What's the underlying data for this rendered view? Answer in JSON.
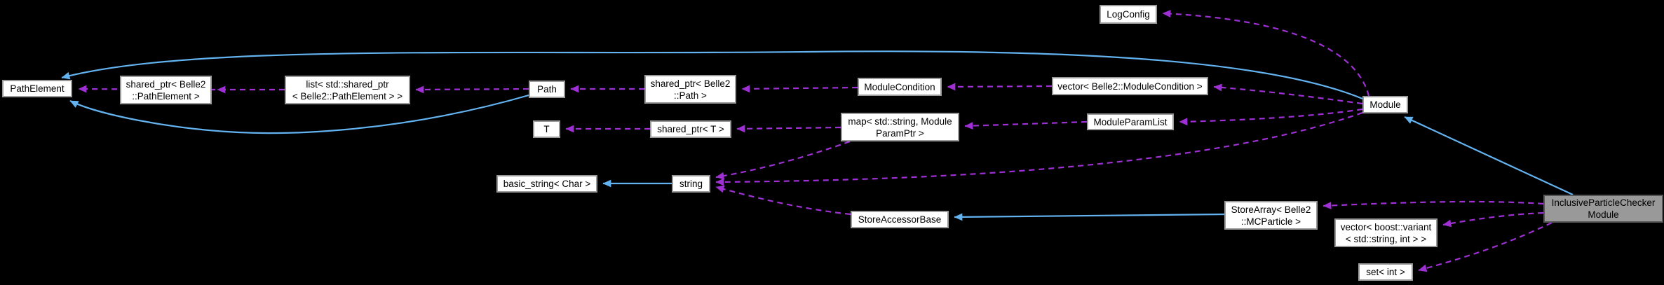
{
  "diagram": {
    "type": "doxygen-collaboration-graph",
    "background": "#000000",
    "colors": {
      "node_fill": "#ffffff",
      "node_border": "#9a9a9a",
      "highlight_fill": "#999999",
      "highlight_border": "#555555",
      "text": "#000000",
      "usage_edge": "#9e30d4",
      "inheritance_edge": "#63b3f0"
    },
    "nodes": [
      {
        "id": "pathelement",
        "label": "PathElement"
      },
      {
        "id": "sp-pathelement",
        "label": "shared_ptr< Belle2\n::PathElement >"
      },
      {
        "id": "list-sp-pathelement",
        "label": "list< std::shared_ptr\n< Belle2::PathElement > >"
      },
      {
        "id": "path",
        "label": "Path"
      },
      {
        "id": "sp-path",
        "label": "shared_ptr< Belle2\n::Path >"
      },
      {
        "id": "modulecondition",
        "label": "ModuleCondition"
      },
      {
        "id": "vector-modulecondition",
        "label": "vector< Belle2::ModuleCondition >"
      },
      {
        "id": "t",
        "label": "T"
      },
      {
        "id": "sp-t",
        "label": "shared_ptr< T >"
      },
      {
        "id": "map-moduleparamptr",
        "label": "map< std::string, Module\nParamPtr >"
      },
      {
        "id": "moduleparamlist",
        "label": "ModuleParamList"
      },
      {
        "id": "basic-string",
        "label": "basic_string< Char >"
      },
      {
        "id": "string",
        "label": "string"
      },
      {
        "id": "storeaccessorbase",
        "label": "StoreAccessorBase"
      },
      {
        "id": "storearray-mcparticle",
        "label": "StoreArray< Belle2\n::MCParticle >"
      },
      {
        "id": "vector-boost-variant",
        "label": "vector< boost::variant\n< std::string, int > >"
      },
      {
        "id": "set-int",
        "label": "set< int >"
      },
      {
        "id": "logconfig",
        "label": "LogConfig"
      },
      {
        "id": "module",
        "label": "Module"
      },
      {
        "id": "inclusiveparticlechecker-module",
        "label": "InclusiveParticleChecker\nModule",
        "highlight": true
      }
    ],
    "edges": [
      {
        "from": "sp-pathelement",
        "to": "pathelement",
        "relation": "uses"
      },
      {
        "from": "list-sp-pathelement",
        "to": "sp-pathelement",
        "relation": "uses"
      },
      {
        "from": "path",
        "to": "list-sp-pathelement",
        "relation": "uses"
      },
      {
        "from": "sp-path",
        "to": "path",
        "relation": "uses"
      },
      {
        "from": "modulecondition",
        "to": "sp-path",
        "relation": "uses"
      },
      {
        "from": "vector-modulecondition",
        "to": "modulecondition",
        "relation": "uses"
      },
      {
        "from": "sp-t",
        "to": "t",
        "relation": "uses"
      },
      {
        "from": "map-moduleparamptr",
        "to": "sp-t",
        "relation": "uses"
      },
      {
        "from": "moduleparamlist",
        "to": "map-moduleparamptr",
        "relation": "uses"
      },
      {
        "from": "module",
        "to": "vector-modulecondition",
        "relation": "uses"
      },
      {
        "from": "module",
        "to": "moduleparamlist",
        "relation": "uses"
      },
      {
        "from": "module",
        "to": "logconfig",
        "relation": "uses"
      },
      {
        "from": "module",
        "to": "string",
        "relation": "uses"
      },
      {
        "from": "map-moduleparamptr",
        "to": "string",
        "relation": "uses"
      },
      {
        "from": "storeaccessorbase",
        "to": "string",
        "relation": "uses"
      },
      {
        "from": "inclusiveparticlechecker-module",
        "to": "storearray-mcparticle",
        "relation": "uses"
      },
      {
        "from": "inclusiveparticlechecker-module",
        "to": "vector-boost-variant",
        "relation": "uses"
      },
      {
        "from": "inclusiveparticlechecker-module",
        "to": "set-int",
        "relation": "uses"
      },
      {
        "from": "string",
        "to": "basic-string",
        "relation": "inherits"
      },
      {
        "from": "storearray-mcparticle",
        "to": "storeaccessorbase",
        "relation": "inherits"
      },
      {
        "from": "inclusiveparticlechecker-module",
        "to": "module",
        "relation": "inherits"
      },
      {
        "from": "module",
        "to": "pathelement",
        "relation": "inherits"
      },
      {
        "from": "path",
        "to": "pathelement",
        "relation": "inherits"
      }
    ]
  }
}
